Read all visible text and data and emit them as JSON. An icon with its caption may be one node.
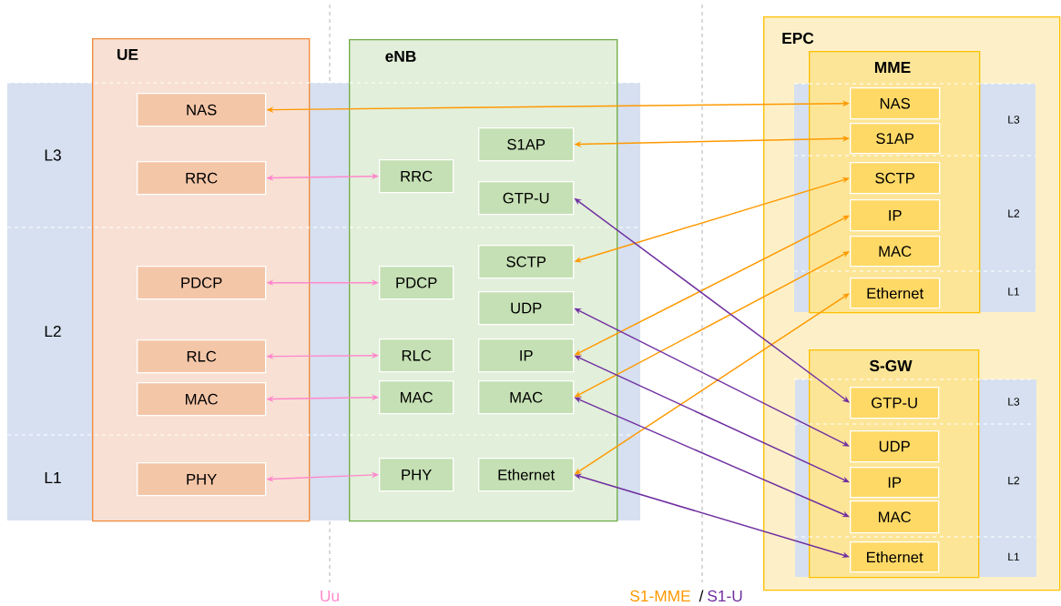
{
  "diagram": {
    "nodes": [
      {
        "text": [
          "UE"
        ]
      },
      {
        "text": [
          "eNB"
        ]
      },
      {
        "text": [
          "EPC"
        ]
      },
      {
        "text": [
          "MME"
        ],
        "in": 2
      },
      {
        "text": [
          "S-GW"
        ],
        "in": 2
      },
      {
        "text": [
          "NAS"
        ],
        "in": 0
      },
      {
        "text": [
          "RRC"
        ],
        "in": 0
      },
      {
        "text": [
          "PDCP"
        ],
        "in": 0
      },
      {
        "text": [
          "RLC"
        ],
        "in": 0
      },
      {
        "text": [
          "MAC"
        ],
        "in": 0
      },
      {
        "text": [
          "PHY"
        ],
        "in": 0
      },
      {
        "text": [
          "RRC"
        ],
        "in": 1
      },
      {
        "text": [
          "PDCP"
        ],
        "in": 1
      },
      {
        "text": [
          "RLC"
        ],
        "in": 1
      },
      {
        "text": [
          "MAC"
        ],
        "in": 1
      },
      {
        "text": [
          "PHY"
        ],
        "in": 1
      },
      {
        "text": [
          "S1AP"
        ],
        "in": 1
      },
      {
        "text": [
          "GTP-U"
        ],
        "in": 1
      },
      {
        "text": [
          "SCTP"
        ],
        "in": 1
      },
      {
        "text": [
          "UDP"
        ],
        "in": 1
      },
      {
        "text": [
          "IP"
        ],
        "in": 1
      },
      {
        "text": [
          "MAC"
        ],
        "in": 1
      },
      {
        "text": [
          "Ethernet"
        ],
        "in": 1
      },
      {
        "text": [
          "NAS"
        ],
        "in": 3
      },
      {
        "text": [
          "S1AP"
        ],
        "in": 3
      },
      {
        "text": [
          "SCTP"
        ],
        "in": 3
      },
      {
        "text": [
          "IP"
        ],
        "in": 3
      },
      {
        "text": [
          "MAC"
        ],
        "in": 3
      },
      {
        "text": [
          "Ethernet"
        ],
        "in": 3
      },
      {
        "text": [
          "GTP-U"
        ],
        "in": 4
      },
      {
        "text": [
          "UDP"
        ],
        "in": 4
      },
      {
        "text": [
          "IP"
        ],
        "in": 4
      },
      {
        "text": [
          "MAC"
        ],
        "in": 4
      },
      {
        "text": [
          "Ethernet"
        ],
        "in": 4
      }
    ],
    "edges": [
      {
        "from": 5,
        "to": 23,
        "arrow": "both",
        "color": "#ff9900"
      },
      {
        "from": 6,
        "to": 11,
        "arrow": "both",
        "color": "#ff88cc"
      },
      {
        "from": 7,
        "to": 12,
        "arrow": "both",
        "color": "#ff88cc"
      },
      {
        "from": 8,
        "to": 13,
        "arrow": "both",
        "color": "#ff88cc"
      },
      {
        "from": 9,
        "to": 14,
        "arrow": "both",
        "color": "#ff88cc"
      },
      {
        "from": 10,
        "to": 15,
        "arrow": "both",
        "color": "#ff88cc"
      },
      {
        "from": 16,
        "to": 24,
        "arrow": "both",
        "color": "#ff9900"
      },
      {
        "from": 18,
        "to": 25,
        "arrow": "both",
        "color": "#ff9900"
      },
      {
        "from": 20,
        "to": 26,
        "arrow": "both",
        "color": "#ff9900"
      },
      {
        "from": 21,
        "to": 27,
        "arrow": "both",
        "color": "#ff9900"
      },
      {
        "from": 22,
        "to": 28,
        "arrow": "both",
        "color": "#ff9900"
      },
      {
        "from": 17,
        "to": 29,
        "arrow": "both",
        "color": "#7030a0"
      },
      {
        "from": 19,
        "to": 30,
        "arrow": "both",
        "color": "#7030a0"
      },
      {
        "from": 20,
        "to": 31,
        "arrow": "both",
        "color": "#7030a0"
      },
      {
        "from": 21,
        "to": 32,
        "arrow": "both",
        "color": "#7030a0"
      },
      {
        "from": 22,
        "to": 33,
        "arrow": "both",
        "color": "#7030a0"
      }
    ],
    "labels": [
      "L3",
      "L2",
      "L1",
      "L3",
      "L2",
      "L1",
      "L3",
      "L2",
      "L1",
      "Uu",
      "S1-MME",
      "/",
      "S1-U"
    ]
  }
}
